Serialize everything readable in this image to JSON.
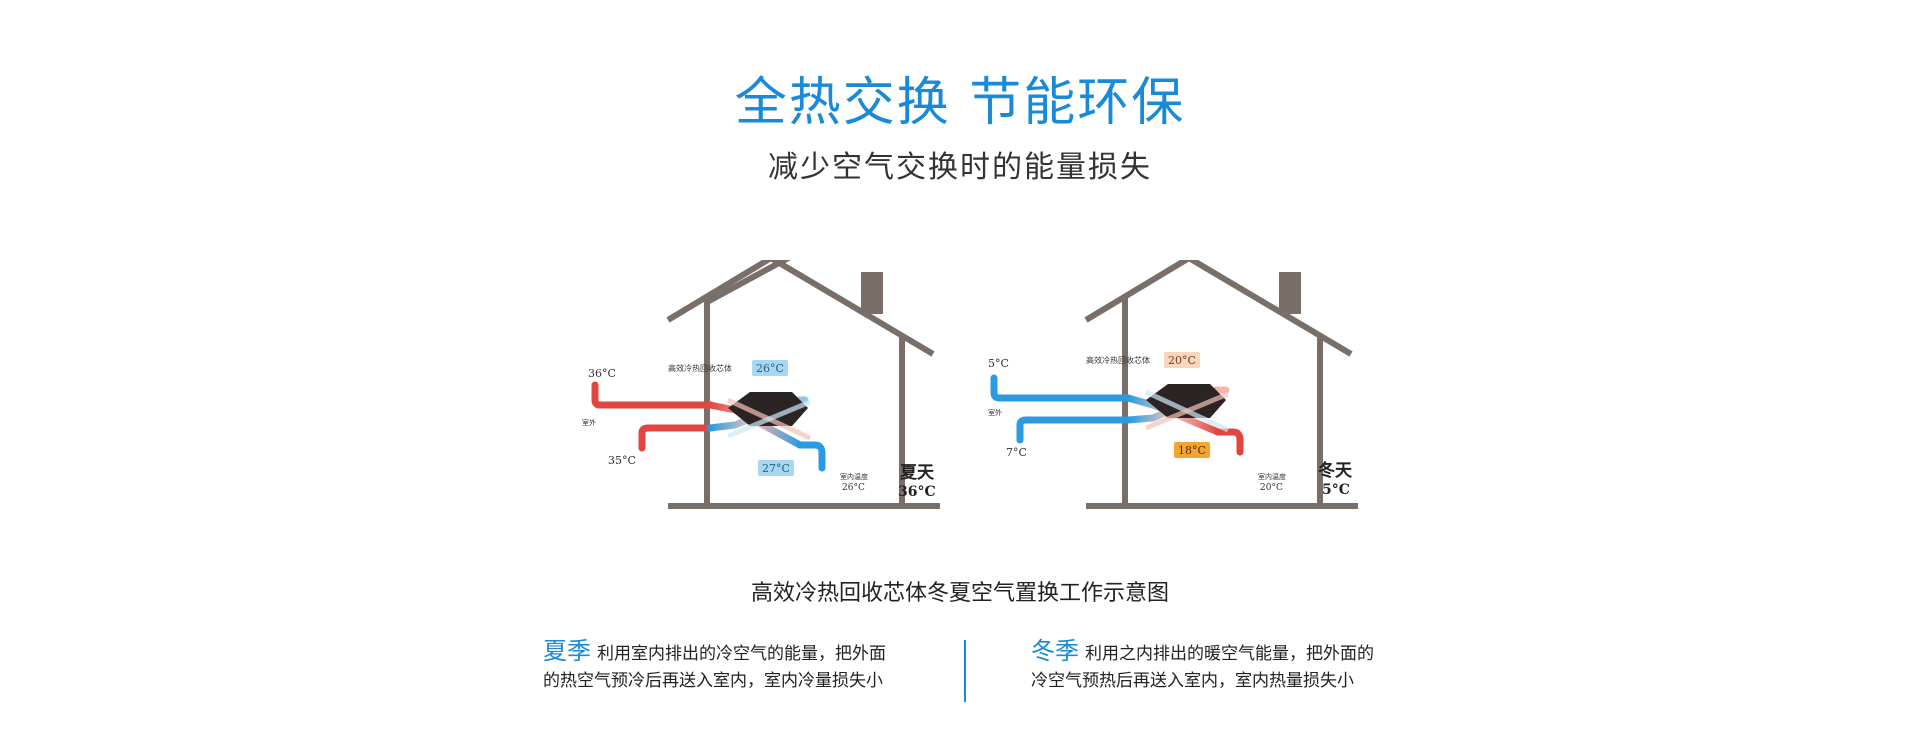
{
  "header": {
    "title": "全热交换 节能环保",
    "subtitle": "减少空气交换时的能量损失"
  },
  "diagram": {
    "summer": {
      "core_label": "高效冷热回收芯体",
      "outdoor_in_temp": "36°C",
      "outdoor_label": "室外",
      "exhaust_temp": "35°C",
      "supply_temp": "26°C",
      "indoor_exhaust_temp": "27°C",
      "room_temp_label": "室内温度",
      "room_temp_value": "26°C",
      "season_label": "夏天",
      "season_temp": "36°C"
    },
    "winter": {
      "core_label": "高效冷热回收芯体",
      "outdoor_in_temp": "5°C",
      "outdoor_label": "室外",
      "exhaust_temp": "7°C",
      "supply_temp": "20°C",
      "indoor_exhaust_temp": "18°C",
      "room_temp_label": "室内温度",
      "room_temp_value": "20°C",
      "season_label": "冬天",
      "season_temp": "5°C"
    },
    "colors": {
      "house": "#7a6e68",
      "cold": "#2a9be0",
      "hot": "#e2453f",
      "cold_badge": "#a8d8f0",
      "warm_badge": "#f8d6c0",
      "orange_badge": "#f3a532"
    }
  },
  "caption": "高效冷热回收芯体冬夏空气置换工作示意图",
  "summer_note": {
    "name": "夏季",
    "text1": "利用室内排出的冷空气的能量，把外面",
    "text2": "的热空气预冷后再送入室内，室内冷量损失小"
  },
  "winter_note": {
    "name": "冬季",
    "text1": "利用之内排出的暖空气能量，把外面的",
    "text2": "冷空气预热后再送入室内，室内热量损失小"
  }
}
